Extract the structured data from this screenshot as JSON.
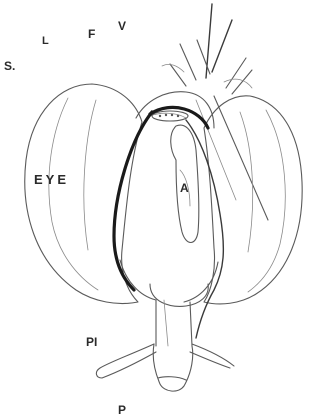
{
  "labels": {
    "s": "S.",
    "l": "L",
    "f": "F",
    "v": "V",
    "eye": "EYE",
    "a": "A",
    "pi": "PI",
    "p": "P"
  }
}
